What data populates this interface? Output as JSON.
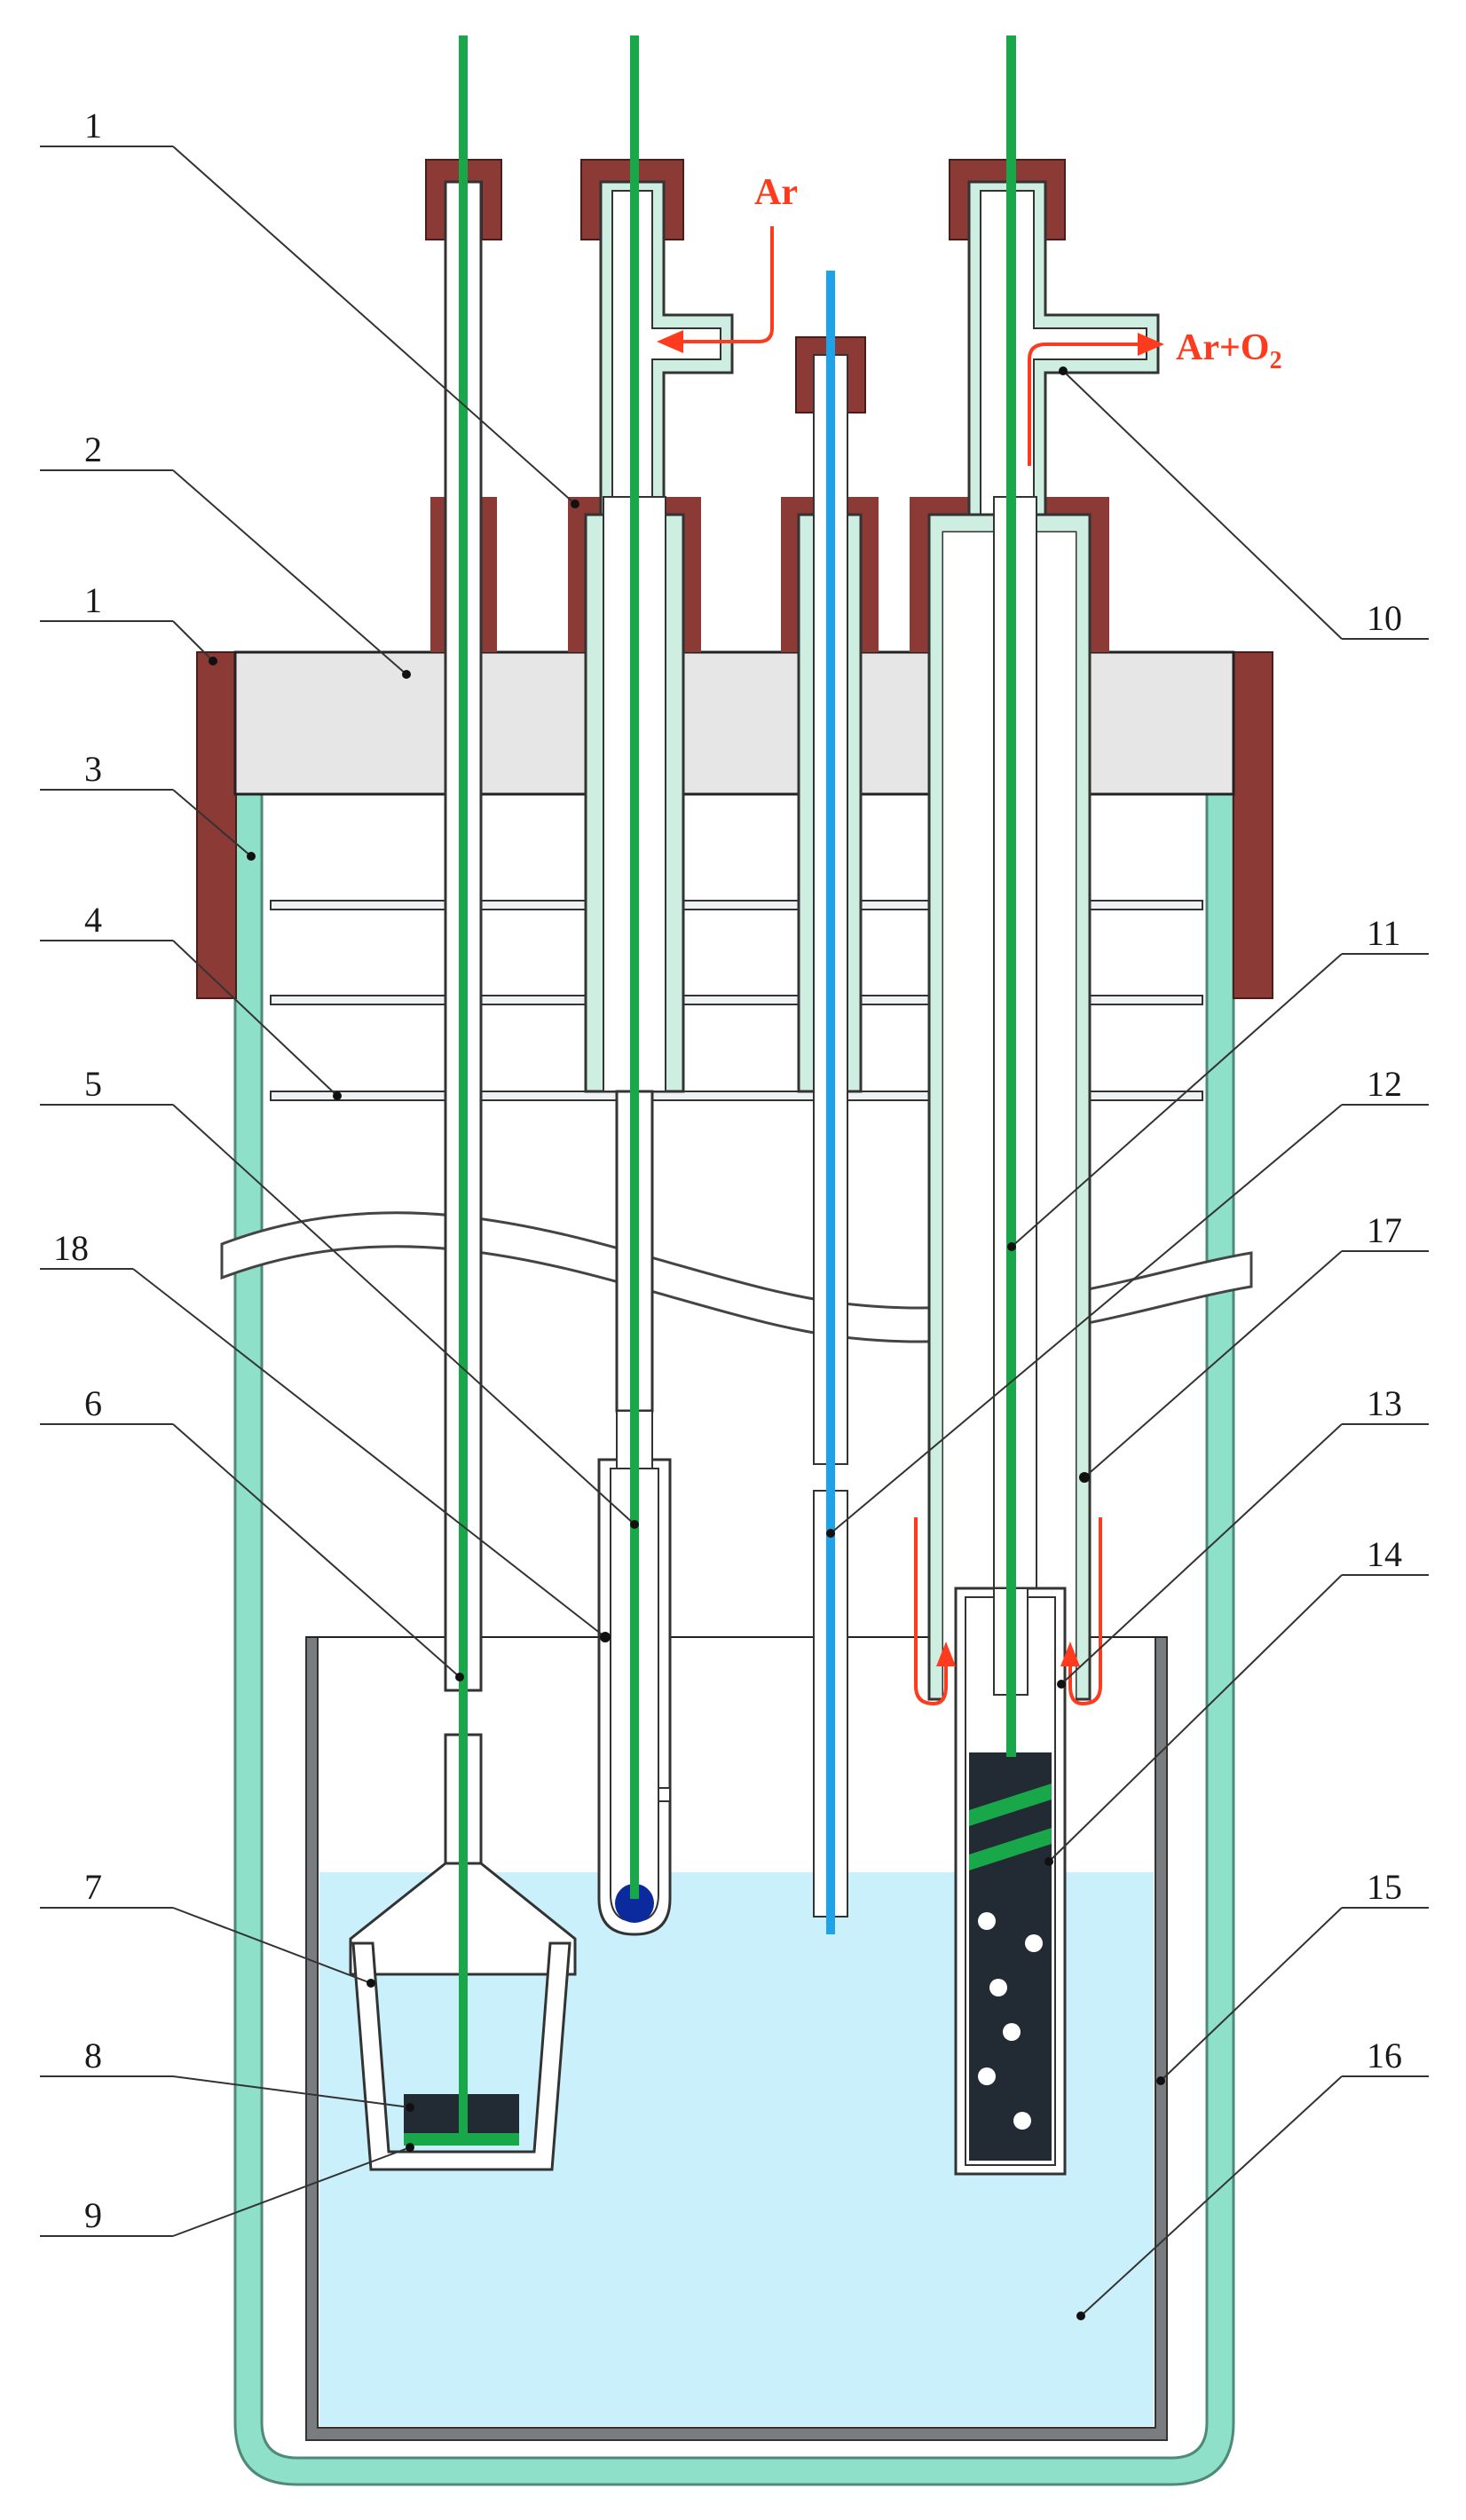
{
  "diagram": {
    "gas_labels": {
      "inlet": "Ar",
      "outlet_main": "Ar+O",
      "outlet_sub": "2"
    },
    "callouts": [
      "1",
      "2",
      "1",
      "3",
      "4",
      "5",
      "18",
      "6",
      "7",
      "8",
      "9",
      "10",
      "11",
      "12",
      "17",
      "13",
      "14",
      "15",
      "16"
    ],
    "colors": {
      "wire": "#19a849",
      "probe": "#1fa3e8",
      "glass_fill": "#cdeee0",
      "glass_edge": "#6b8a80",
      "cap": "#8b3a35",
      "lid": "#e6e6e6",
      "electrolyte": "#c9f0fb",
      "crucible": "#7a7d80",
      "outer_vessel": "#8fe0c8",
      "arrow": "#ff3b1f",
      "electrode_bulb": "#0b2a9e",
      "anode": "#222a33"
    }
  }
}
